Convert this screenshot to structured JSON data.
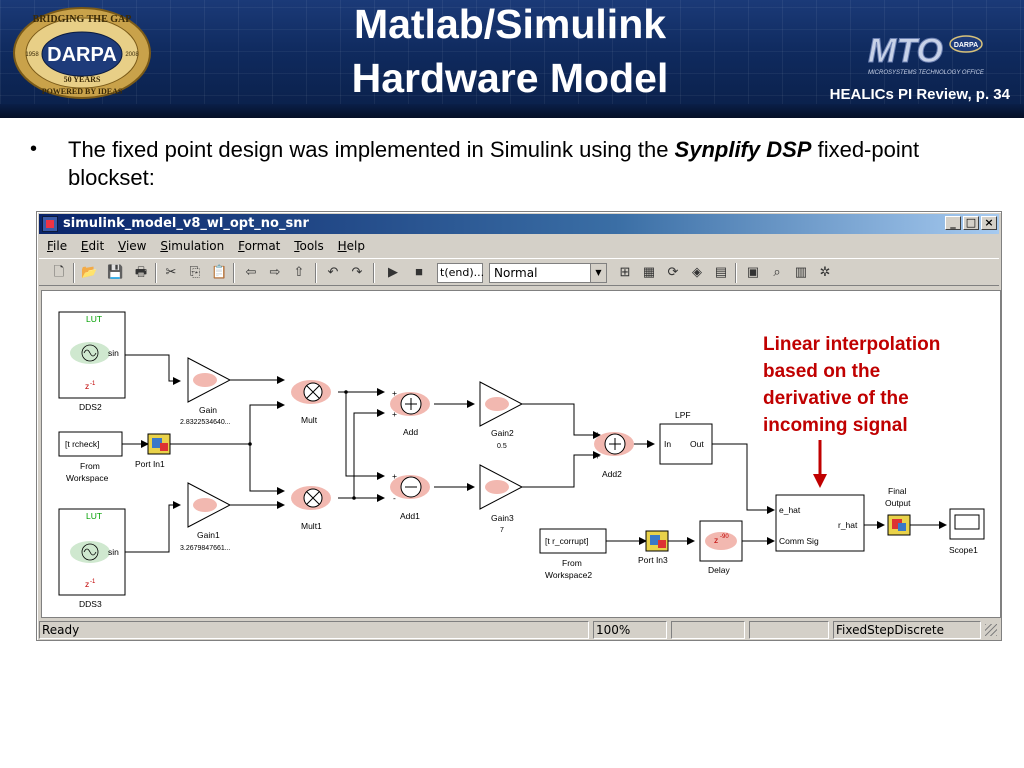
{
  "header": {
    "title_line1": "Matlab/Simulink",
    "title_line2": "Hardware Model",
    "page_ref": "HEALICs PI Review, p. 34",
    "seal": {
      "top": "BRIDGING THE GAP",
      "center": "DARPA",
      "years": "50 YEARS",
      "bottom": "POWERED BY IDEAS",
      "year_left": "1958",
      "year_right": "2008"
    },
    "mto": {
      "letters": "MTO",
      "badge": "DARPA",
      "subtitle": "MICROSYSTEMS TECHNOLOGY OFFICE"
    }
  },
  "bullet": {
    "text_before": "The fixed point design was implemented in Simulink using the ",
    "emphasis": "Synplify DSP",
    "text_after": " fixed-point blockset:"
  },
  "window": {
    "title": "simulink_model_v8_wl_opt_no_snr",
    "controls": {
      "minimize": "_",
      "maximize": "□",
      "close": "×"
    },
    "menu": [
      "File",
      "Edit",
      "View",
      "Simulation",
      "Format",
      "Tools",
      "Help"
    ],
    "toolbar": {
      "stop_time": "t(end)...",
      "sim_mode": "Normal"
    },
    "status": {
      "state": "Ready",
      "zoom": "100%",
      "solver": "FixedStepDiscrete"
    }
  },
  "diagram": {
    "dds2": {
      "lut": "LUT",
      "sin": "sin",
      "z": "z",
      "zexp": "-1",
      "name": "DDS2"
    },
    "dds3": {
      "lut": "LUT",
      "sin": "sin",
      "z": "z",
      "zexp": "-1",
      "name": "DDS3"
    },
    "from_ws": {
      "value": "[t rcheck]",
      "line1": "From",
      "line2": "Workspace"
    },
    "from_ws2": {
      "value": "[t r_corrupt]",
      "line1": "From",
      "line2": "Workspace2"
    },
    "port_in1": "Port In1",
    "port_in3": "Port In3",
    "gain": {
      "name": "Gain",
      "value": "2.8322534640..."
    },
    "gain1": {
      "name": "Gain1",
      "value": "3.2679847661..."
    },
    "gain2": {
      "name": "Gain2",
      "value": "0.5"
    },
    "gain3": {
      "name": "Gain3",
      "value": "7"
    },
    "mult": "Mult",
    "mult1": "Mult1",
    "add": "Add",
    "add1": "Add1",
    "add2": "Add2",
    "lpf": {
      "title": "LPF",
      "in": "In",
      "out": "Out"
    },
    "delay": {
      "name": "Delay",
      "z": "z",
      "zexp": "-90"
    },
    "comm": {
      "in1": "e_hat",
      "in2": "Comm Sig",
      "out": "r_hat"
    },
    "final_output": {
      "line1": "Final",
      "line2": "Output"
    },
    "scope": "Scope1"
  },
  "annotation": {
    "lines": [
      "Linear interpolation",
      "based on the",
      "derivative of the",
      "incoming signal"
    ],
    "color": "#c00000"
  }
}
